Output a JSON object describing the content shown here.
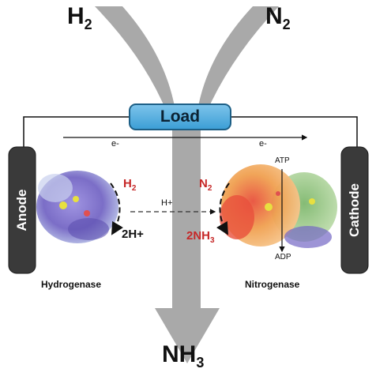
{
  "reactants": {
    "h2": {
      "main": "H",
      "sub": "2"
    },
    "n2": {
      "main": "N",
      "sub": "2"
    }
  },
  "product": {
    "main": "NH",
    "sub": "3"
  },
  "load": {
    "label": "Load"
  },
  "electrodes": {
    "anode": "Anode",
    "cathode": "Cathode"
  },
  "flows": {
    "electron_left": "e-",
    "electron_right": "e-",
    "proton": "H+"
  },
  "hydrogenase": {
    "name": "Hydrogenase",
    "input": {
      "main": "H",
      "sub": "2"
    },
    "output": "2H+"
  },
  "nitrogenase": {
    "name": "Nitrogenase",
    "input": {
      "main": "N",
      "sub": "2"
    },
    "output": {
      "main": "2NH",
      "sub": "3"
    },
    "atp": "ATP",
    "adp": "ADP"
  },
  "colors": {
    "arrow_gray": "#a9a9a9",
    "load_blue": "#4aa8dc",
    "electrode_dark": "#3a3a3a",
    "label_red": "#c62828",
    "hydrogenase_purple": "#7466c4",
    "nitrogenase_orange": "#f0a050",
    "nitrogenase_green": "#9cc88a"
  }
}
